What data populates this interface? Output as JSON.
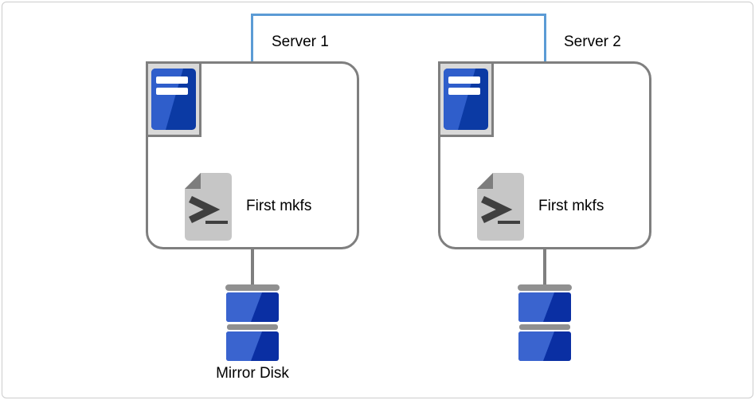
{
  "diagram": {
    "type": "cluster-architecture-diagram",
    "servers": [
      {
        "label": "Server 1",
        "script_label": "First mkfs",
        "disk_label": "Mirror Disk"
      },
      {
        "label": "Server 2",
        "script_label": "First mkfs",
        "disk_label": ""
      }
    ],
    "icons": {
      "server": "server-tower-icon",
      "script": "terminal-script-icon",
      "disk": "disk-stack-icon",
      "link": "interconnect-line"
    }
  },
  "colors": {
    "frame_border": "#cccccc",
    "connector_blue": "#5b9bd5",
    "line_gray": "#7f7f7f",
    "panel_gray": "#d9d9d9",
    "server_blue_dark": "#0b3aa4",
    "server_blue_light": "#2f5ecb",
    "disk_blue_dark": "#0a2fa3",
    "disk_blue_light": "#3a64cf",
    "disk_cap_gray": "#909090",
    "icon_gray_light": "#c6c6c6",
    "icon_gray_dark": "#7d7d7d",
    "glyph_dark": "#3f3f3f",
    "text": "#000000"
  }
}
